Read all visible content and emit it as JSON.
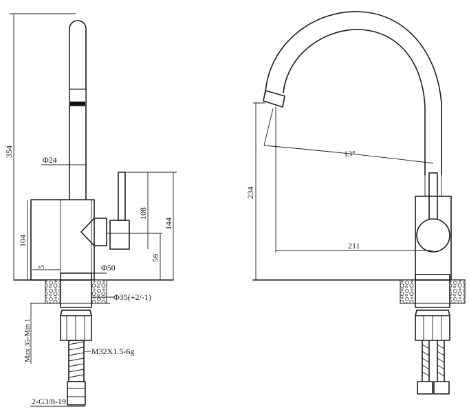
{
  "side_view": {
    "height_total": "354",
    "spout_diameter": "Φ24",
    "body_height": "104",
    "handle_height": "108",
    "handle_total": "144",
    "handle_offset": "59",
    "base_offset": "5",
    "body_diameter": "Φ50",
    "hole_diameter": "Φ35(+2/-1)",
    "counter_thickness": "Max 35-Min 1",
    "thread": "M32X1.5-6g",
    "hose_thread": "2-G3/8-19"
  },
  "front_view": {
    "swivel_angle": "13°",
    "spout_height": "234",
    "spout_reach": "211"
  }
}
